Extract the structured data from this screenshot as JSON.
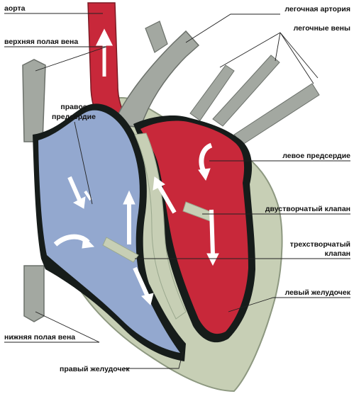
{
  "labels": {
    "aorta": "аорта",
    "superior_vena_cava": "верхняя полая вена",
    "right_atrium_line1": "правое",
    "right_atrium_line2": "предсердие",
    "pulmonary_artery": "легочная артория",
    "pulmonary_veins": "легочные вены",
    "left_atrium": "левое предсердие",
    "mitral_valve": "двустворчатый клапан",
    "tricuspid_valve_line1": "трехстворчатый",
    "tricuspid_valve_line2": "клапан",
    "left_ventricle": "левый желудочек",
    "inferior_vena_cava": "нижняя полая вена",
    "right_ventricle": "правый желудочек"
  },
  "colors": {
    "wall": "#c7cfb5",
    "wall_dark": "#9aa88e",
    "vessel_grey": "#a3a8a1",
    "vessel_grey_light": "#c2c6bf",
    "oxygenated": "#c8283a",
    "deoxygenated": "#93a8cf",
    "cavity_shadow": "#161c1a",
    "arrow": "#ffffff"
  }
}
